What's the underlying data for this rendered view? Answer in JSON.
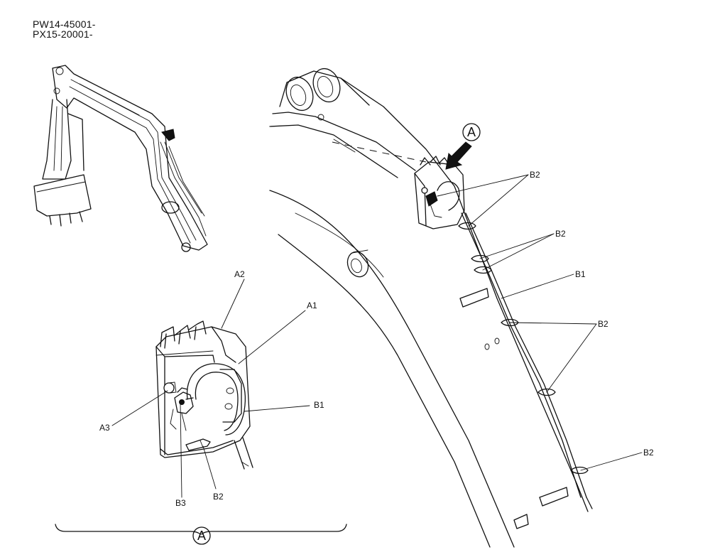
{
  "serials": [
    "PW14-45001-",
    "PX15-20001-"
  ],
  "view_marker": "A",
  "detail_labels": {
    "a1": "A1",
    "a2": "A2",
    "a3": "A3",
    "b1": "B1",
    "b2": "B2",
    "b3": "B3"
  },
  "boom_labels": {
    "b2_top": "B2",
    "b2_upper": "B2",
    "b1": "B1",
    "b2_middle": "B2",
    "b2_bottom": "B2"
  }
}
